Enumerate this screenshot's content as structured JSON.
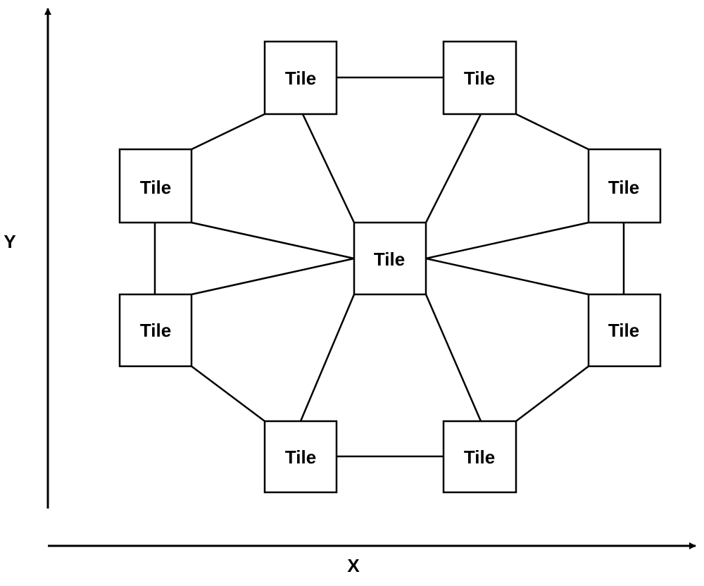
{
  "diagram": {
    "axes": {
      "x_label": "X",
      "y_label": "Y"
    },
    "tiles": [
      {
        "id": "top-left",
        "label": "Tile"
      },
      {
        "id": "top-right",
        "label": "Tile"
      },
      {
        "id": "upper-left",
        "label": "Tile"
      },
      {
        "id": "upper-right",
        "label": "Tile"
      },
      {
        "id": "center",
        "label": "Tile"
      },
      {
        "id": "lower-left",
        "label": "Tile"
      },
      {
        "id": "lower-right",
        "label": "Tile"
      },
      {
        "id": "bottom-left",
        "label": "Tile"
      },
      {
        "id": "bottom-right",
        "label": "Tile"
      }
    ],
    "connections": [
      [
        "top-left",
        "top-right"
      ],
      [
        "top-left",
        "upper-left"
      ],
      [
        "top-left",
        "center"
      ],
      [
        "top-right",
        "upper-right"
      ],
      [
        "top-right",
        "center"
      ],
      [
        "upper-left",
        "lower-left"
      ],
      [
        "upper-left",
        "center"
      ],
      [
        "upper-right",
        "lower-right"
      ],
      [
        "upper-right",
        "center"
      ],
      [
        "lower-left",
        "center"
      ],
      [
        "lower-left",
        "bottom-left"
      ],
      [
        "lower-right",
        "center"
      ],
      [
        "lower-right",
        "bottom-right"
      ],
      [
        "bottom-left",
        "center"
      ],
      [
        "bottom-left",
        "bottom-right"
      ],
      [
        "bottom-right",
        "center"
      ]
    ]
  }
}
